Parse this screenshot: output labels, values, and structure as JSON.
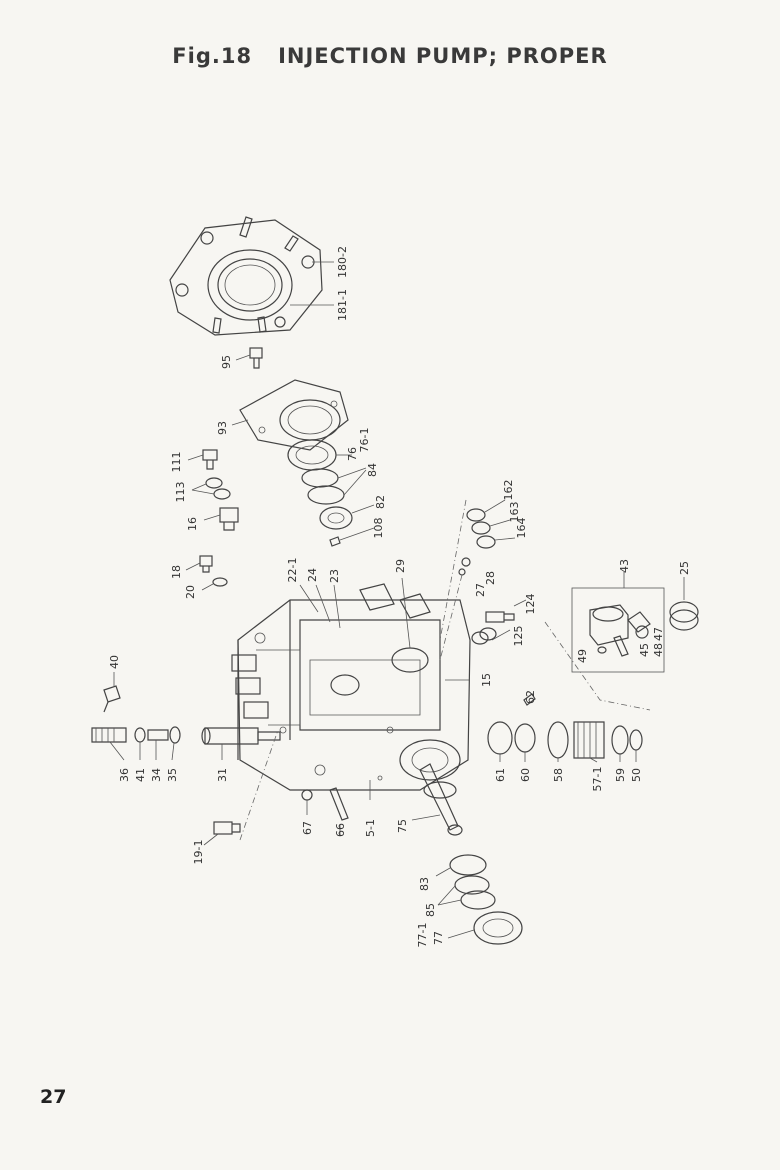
{
  "page": {
    "fig_label": "Fig.18",
    "title": "INJECTION PUMP; PROPER",
    "page_number": "27"
  },
  "parts": {
    "p180_2": "180-2",
    "p181_1": "181-1",
    "p95": "95",
    "p93": "93",
    "p76": "76",
    "p76_1": "76-1",
    "p84": "84",
    "p82": "82",
    "p108": "108",
    "p111": "111",
    "p113": "113",
    "p16": "16",
    "p18": "18",
    "p20": "20",
    "p22_1": "22-1",
    "p24": "24",
    "p23": "23",
    "p29": "29",
    "p27": "27",
    "p28": "28",
    "p162": "162",
    "p163": "163",
    "p164": "164",
    "p124": "124",
    "p125": "125",
    "p43": "43",
    "p25": "25",
    "p47": "47",
    "p48": "48",
    "p45": "45",
    "p49": "49",
    "p15": "15",
    "p62": "62",
    "p40": "40",
    "p36": "36",
    "p41": "41",
    "p34": "34",
    "p35": "35",
    "p31": "31",
    "p61": "61",
    "p60": "60",
    "p58": "58",
    "p57_1": "57-1",
    "p59": "59",
    "p50": "50",
    "p67": "67",
    "p66": "66",
    "p5_1": "5-1",
    "p75": "75",
    "p19_1": "19-1",
    "p83": "83",
    "p85": "85",
    "p77_1": "77-1",
    "p77": "77"
  }
}
